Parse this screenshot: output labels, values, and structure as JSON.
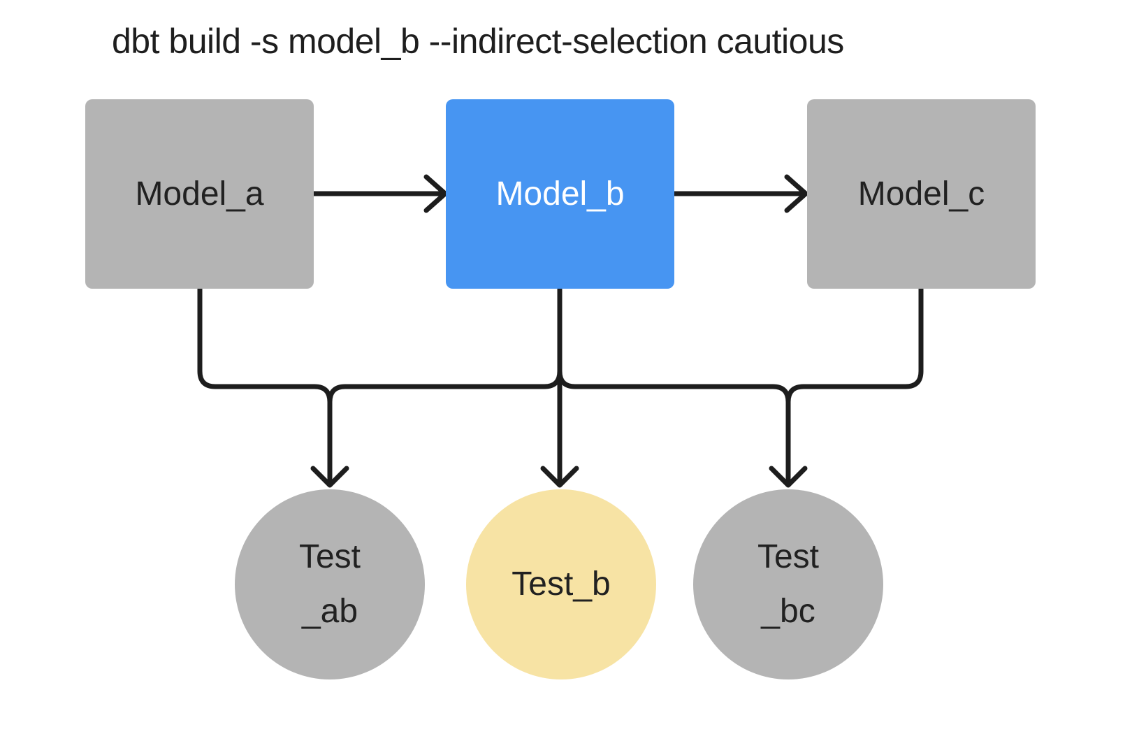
{
  "title": "dbt build -s model_b --indirect-selection cautious",
  "models": [
    {
      "id": "model_a",
      "label": "Model_a",
      "fill": "#b4b4b4",
      "text_color": "#212121"
    },
    {
      "id": "model_b",
      "label": "Model_b",
      "fill": "#4795f2",
      "text_color": "#ffffff"
    },
    {
      "id": "model_c",
      "label": "Model_c",
      "fill": "#b4b4b4",
      "text_color": "#212121"
    }
  ],
  "tests": [
    {
      "id": "test_ab",
      "lines": [
        "Test",
        "_ab"
      ],
      "fill": "#b4b4b4",
      "text_color": "#212121"
    },
    {
      "id": "test_b",
      "lines": [
        "Test_b"
      ],
      "fill": "#f7e3a4",
      "text_color": "#212121"
    },
    {
      "id": "test_bc",
      "lines": [
        "Test",
        "_bc"
      ],
      "fill": "#b4b4b4",
      "text_color": "#212121"
    }
  ],
  "edges": [
    {
      "from": "model_a",
      "to": "model_b"
    },
    {
      "from": "model_b",
      "to": "model_c"
    },
    {
      "from": "model_a",
      "to": "test_ab"
    },
    {
      "from": "model_b",
      "to": "test_ab"
    },
    {
      "from": "model_b",
      "to": "test_b"
    },
    {
      "from": "model_b",
      "to": "test_bc"
    },
    {
      "from": "model_c",
      "to": "test_bc"
    }
  ],
  "colors": {
    "background": "#ffffff",
    "line": "#1d1d1d",
    "selected_model": "#4795f2",
    "indirect_selected_test": "#f7e3a4",
    "unselected_node": "#b4b4b4"
  }
}
